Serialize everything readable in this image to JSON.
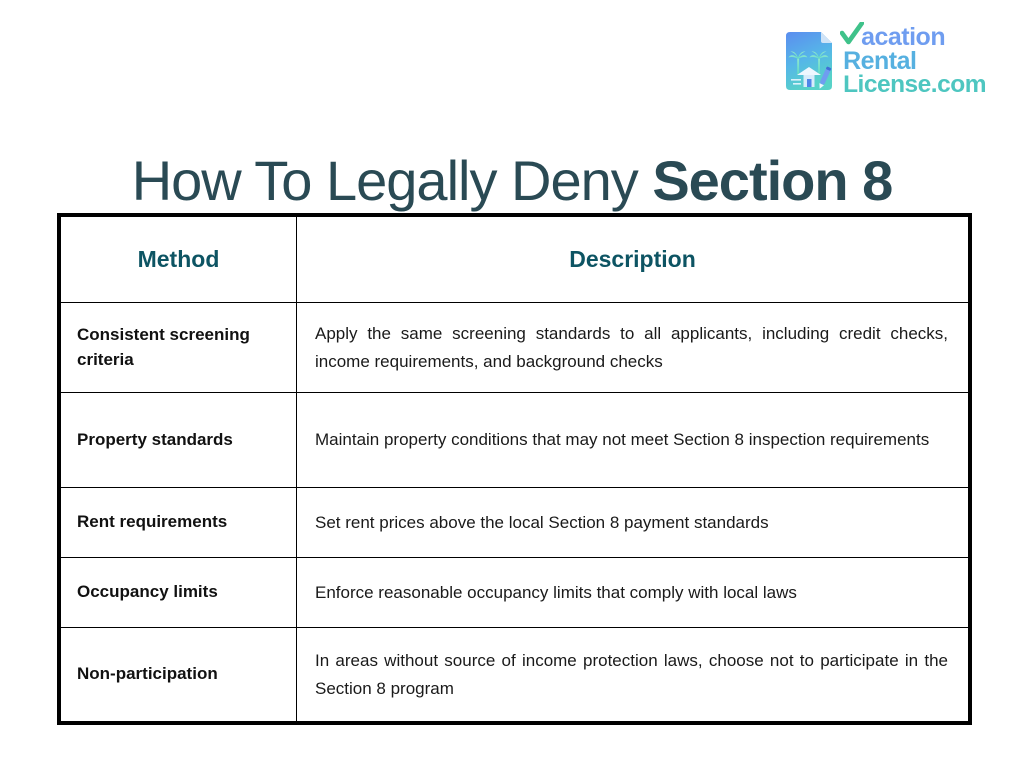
{
  "logo": {
    "icon_name": "vacation-rental-document-icon",
    "check_name": "green-check-v",
    "line1": "acation",
    "line2": "Rental",
    "line3": "License.com",
    "colors": {
      "line1": "#6f9df0",
      "line2": "#56b0e0",
      "line3": "#4ec6c0",
      "check": "#3fc28a",
      "icon_top": "#5b8def",
      "icon_bottom": "#57d2c8"
    }
  },
  "title": {
    "light": "How To Legally Deny ",
    "bold": "Section 8",
    "color": "#2a4a54"
  },
  "table": {
    "header_color": "#0d5463",
    "columns": [
      "Method",
      "Description"
    ],
    "rows": [
      {
        "method": "Consistent screening criteria",
        "description": "Apply the same screening standards to all applicants, including credit checks, income requirements, and background checks"
      },
      {
        "method": "Property standards",
        "description": "Maintain property conditions that may not meet Section 8 inspection requirements"
      },
      {
        "method": "Rent requirements",
        "description": "Set rent prices above the local Section 8 payment standards"
      },
      {
        "method": "Occupancy limits",
        "description": "Enforce reasonable occupancy limits that comply with local laws"
      },
      {
        "method": "Non-participation",
        "description": "In areas without source of income protection laws, choose not to participate in the Section 8 program"
      }
    ]
  }
}
